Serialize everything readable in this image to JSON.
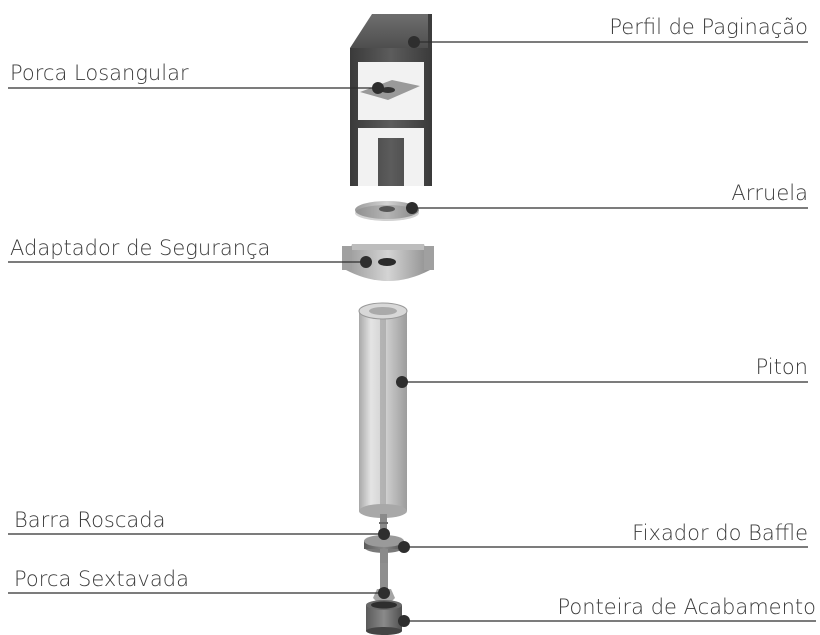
{
  "diagram": {
    "labels": {
      "perfil": "Perfil de Paginação",
      "porca_losangular": "Porca Losangular",
      "arruela": "Arruela",
      "adaptador": "Adaptador de Segurança",
      "piton": "Piton",
      "barra_roscada": "Barra Roscada",
      "fixador": "Fixador do Baffle",
      "porca_sextavada": "Porca Sextavada",
      "ponteira": "Ponteira de Acabamento"
    },
    "colors": {
      "profile_dark": "#4a4a4a",
      "profile_light": "#6a6a6a",
      "metal_light": "#d9d9d9",
      "metal_mid": "#b5b5b5",
      "metal_dark": "#8a8a8a",
      "leader": "#2e2e2e",
      "text": "#3a3a3a"
    }
  }
}
